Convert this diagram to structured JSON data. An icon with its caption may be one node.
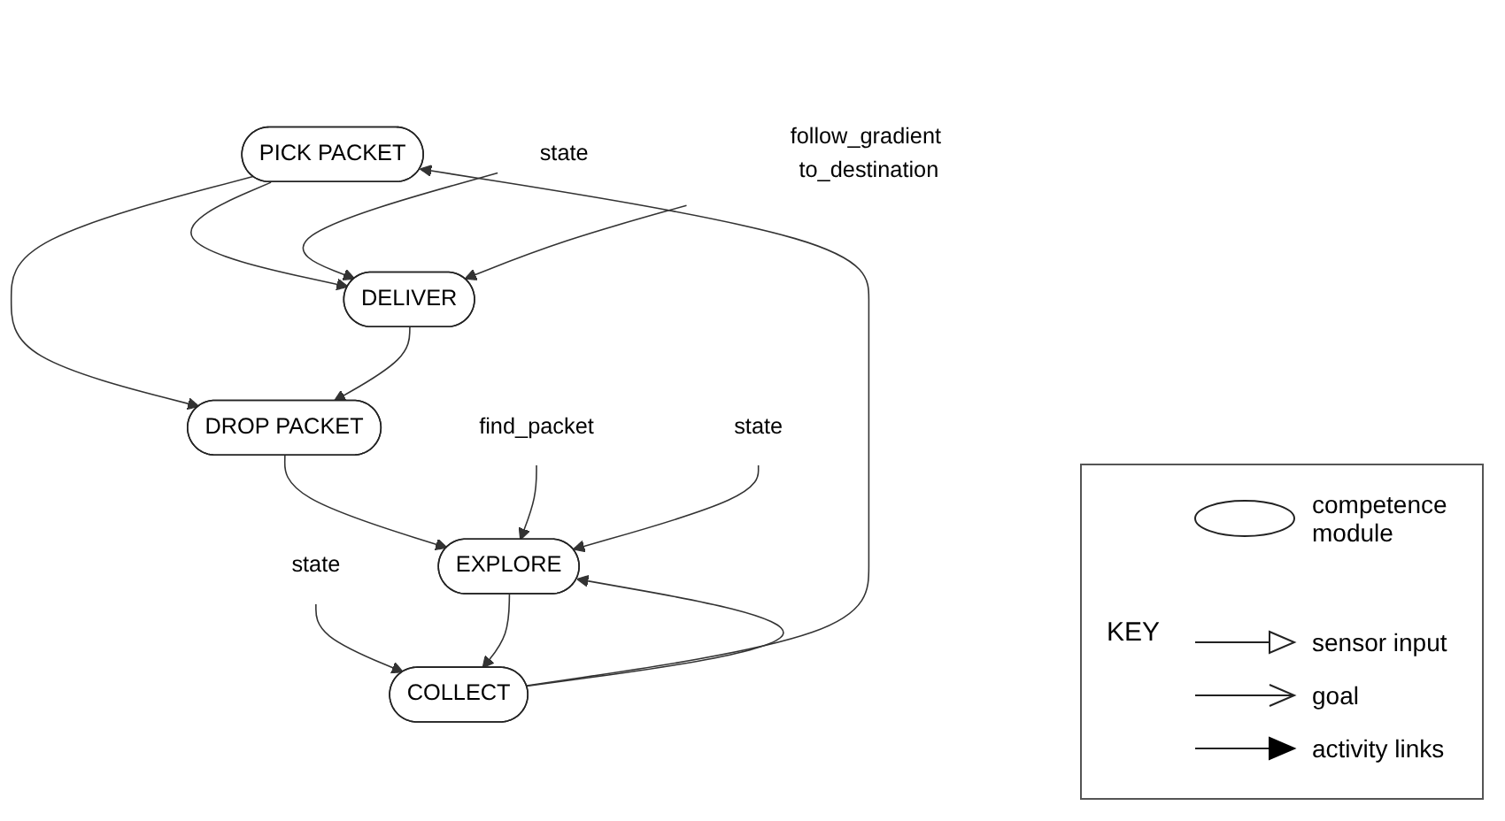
{
  "diagram": {
    "nodes": [
      {
        "text": [
          "PICK PACKET"
        ]
      },
      {
        "text": [
          "state"
        ]
      },
      {
        "text": [
          "state"
        ]
      },
      {
        "text": [
          "COLLECT"
        ]
      },
      {
        "text": [
          "DELIVER"
        ]
      },
      {
        "text": [
          "follow_gradient to_destination"
        ]
      },
      {
        "text": [
          "DROP PACKET"
        ]
      },
      {
        "text": [
          "find_packet"
        ]
      },
      {
        "text": [
          "EXPLORE"
        ]
      },
      {
        "text": [
          "state"
        ]
      }
    ],
    "edges": [
      {
        "from": 3,
        "to": 0,
        "arrow": "to"
      },
      {
        "from": 0,
        "to": 4,
        "arrow": "to"
      },
      {
        "from": 0,
        "to": 6,
        "arrow": "to"
      },
      {
        "from": 1,
        "to": 4,
        "arrow": "to"
      },
      {
        "from": 2,
        "to": 3,
        "arrow": "to"
      },
      {
        "from": 5,
        "to": 4,
        "arrow": "to"
      },
      {
        "from": 4,
        "to": 6,
        "arrow": "to"
      },
      {
        "from": 8,
        "to": 3,
        "arrow": "to"
      },
      {
        "from": 3,
        "to": 8,
        "arrow": "to"
      },
      {
        "from": 6,
        "to": 8,
        "arrow": "to"
      },
      {
        "from": 7,
        "to": 8,
        "arrow": "to"
      },
      {
        "from": 9,
        "to": 8,
        "arrow": "to"
      }
    ],
    "labels": [
      "KEY"
    ],
    "legend": [
      {
        "text": "competence module"
      },
      {
        "text": "sensor input"
      },
      {
        "text": "goal"
      },
      {
        "text": "activity links"
      }
    ]
  }
}
